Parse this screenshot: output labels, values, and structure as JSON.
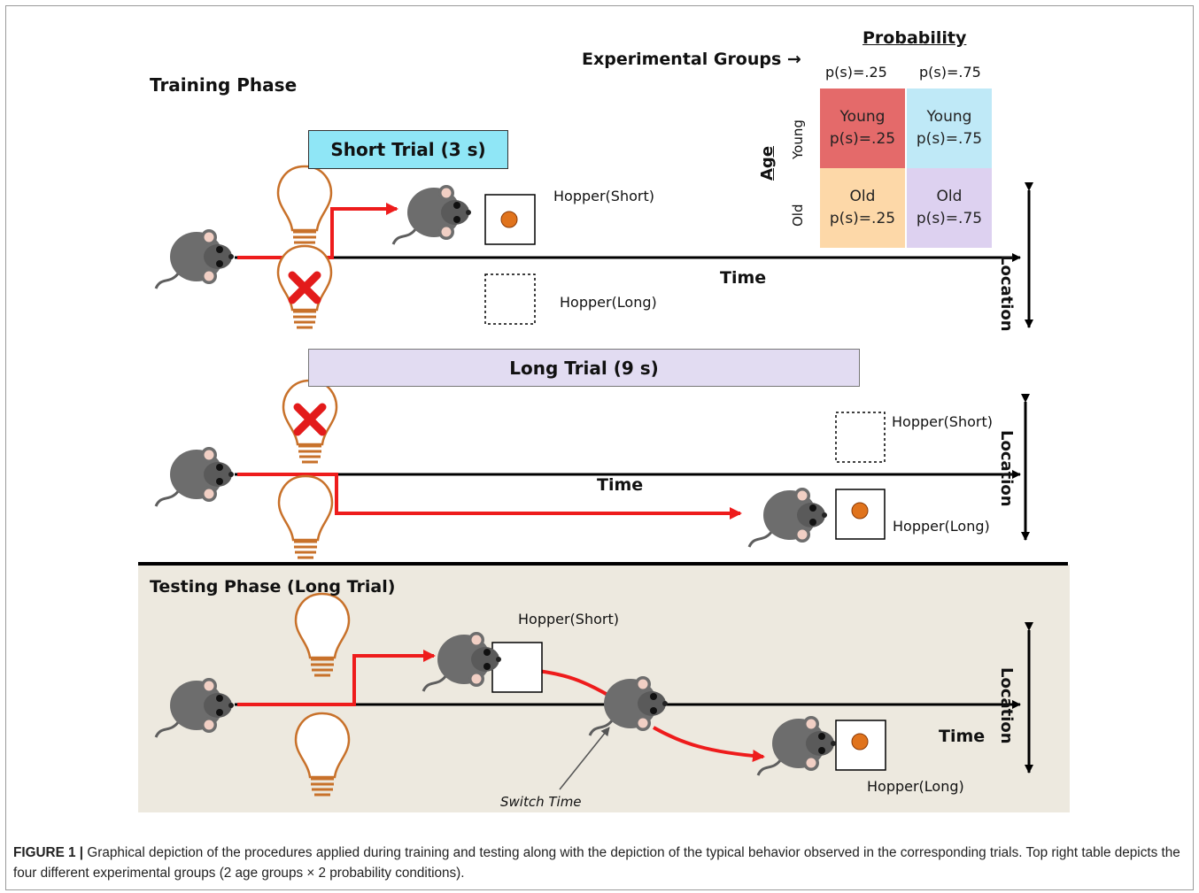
{
  "training": {
    "phase_title": "Training Phase",
    "short_trial_label": "Short Trial (3 s)",
    "long_trial_label": "Long Trial (9 s)"
  },
  "testing": {
    "phase_title": "Testing Phase (Long Trial)",
    "switch_label": "Switch Time"
  },
  "labels": {
    "hopper_short": "Hopper(Short)",
    "hopper_long": "Hopper(Long)",
    "time": "Time",
    "location": "Location"
  },
  "groups": {
    "header": "Experimental Groups →",
    "probability_title": "Probability",
    "age_title": "Age",
    "col_headers": [
      "p(s)=.25",
      "p(s)=.75"
    ],
    "row_headers": [
      "Young",
      "Old"
    ],
    "cells": [
      {
        "line1": "Young",
        "line2": "p(s)=.25",
        "color": "#e46a6a"
      },
      {
        "line1": "Young",
        "line2": "p(s)=.75",
        "color": "#bfe9f7"
      },
      {
        "line1": "Old",
        "line2": "p(s)=.25",
        "color": "#fdd8a8"
      },
      {
        "line1": "Old",
        "line2": "p(s)=.75",
        "color": "#ddd1f0"
      }
    ]
  },
  "caption": {
    "figure_label": "FIGURE 1  |",
    "text": "Graphical depiction of the procedures applied during training and testing along with the depiction of the typical behavior observed in the corresponding trials. Top right table depicts the four different experimental groups (2 age groups × 2 probability conditions)."
  },
  "colors": {
    "path_red": "#ee1c1c",
    "bulb_outline": "#c8712a",
    "short_box": "#8fe6f6",
    "long_box": "#e2dcf2",
    "testing_bg": "#ede9df",
    "mouse_gray": "#6d6d6d",
    "pellet": "#e0731c"
  }
}
